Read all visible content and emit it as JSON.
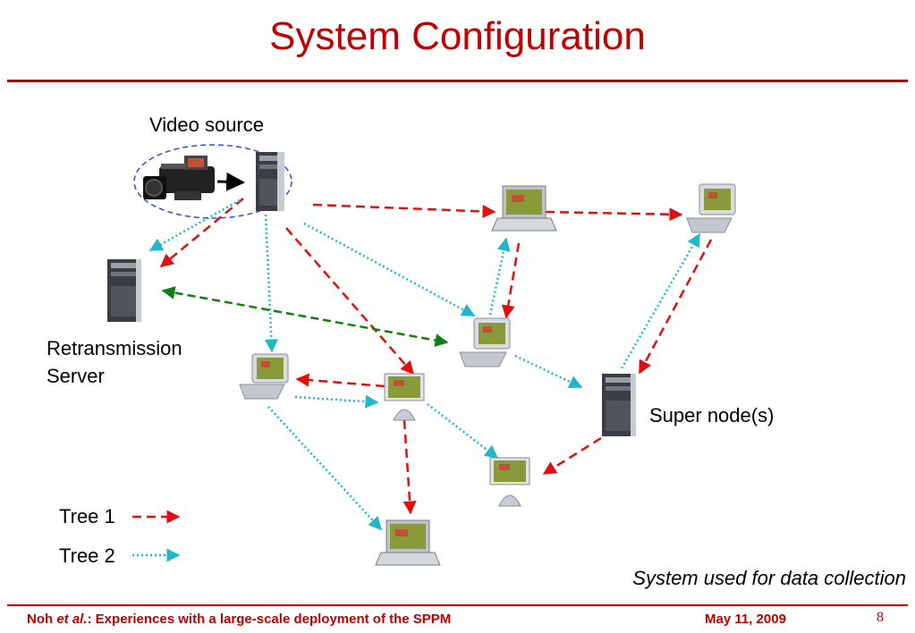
{
  "slide": {
    "title": "System Configuration",
    "caption": "System used for data collection"
  },
  "labels": {
    "video_source": "Video source",
    "retransmission_line1": "Retransmission",
    "retransmission_line2": "Server",
    "super_node": "Super node(s)"
  },
  "legend": {
    "tree1": "Tree 1",
    "tree2": "Tree 2"
  },
  "colors": {
    "title": "#c00000",
    "tree1": "#e01010",
    "tree2": "#20b8c8",
    "retransmission_link": "#108010"
  },
  "footer": {
    "author_prefix": "Noh ",
    "author_etal": "et al.",
    "talk_title": ": Experiences with a large-scale deployment of the SPPM",
    "date": "May 11, 2009",
    "page": "8"
  }
}
